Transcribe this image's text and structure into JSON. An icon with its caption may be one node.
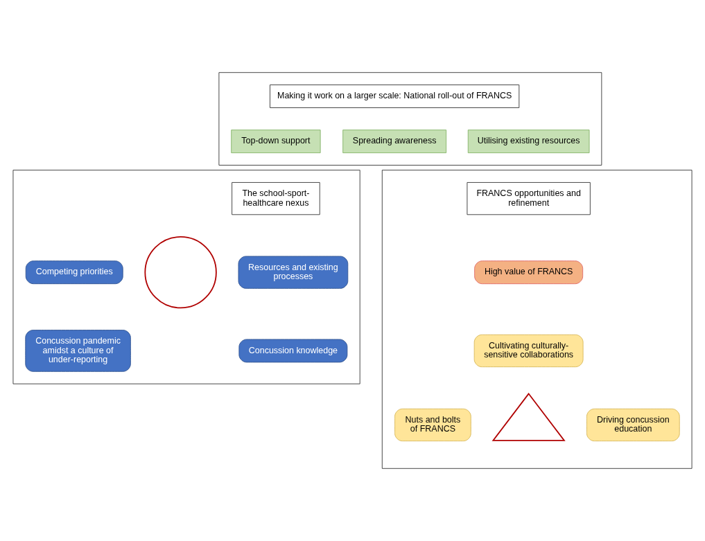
{
  "diagram": {
    "nodes": [
      {
        "text": [],
        "shape": "box"
      },
      {
        "text": [
          "Making it work on a larger scale: National roll-out of FRANCS"
        ],
        "in": 0
      },
      {
        "text": [
          "Top-down support"
        ],
        "in": 0
      },
      {
        "text": [
          "Spreading awareness"
        ],
        "in": 0
      },
      {
        "text": [
          "Utilising existing resources"
        ],
        "in": 0
      },
      {
        "text": [],
        "shape": "box"
      },
      {
        "text": [
          "The school-sport-healthcare nexus"
        ],
        "in": 5
      },
      {
        "text": [],
        "shape": "circle",
        "in": 5
      },
      {
        "text": [
          "Competing priorities"
        ],
        "in": 5
      },
      {
        "text": [
          "Resources and existing processes"
        ],
        "in": 5
      },
      {
        "text": [
          "Concussion pandemic amidst a culture of under-reporting"
        ],
        "in": 5
      },
      {
        "text": [
          "Concussion knowledge"
        ],
        "in": 5
      },
      {
        "text": [],
        "shape": "box"
      },
      {
        "text": [
          "FRANCS opportunities and refinement"
        ],
        "in": 12
      },
      {
        "text": [
          "High value of FRANCS"
        ],
        "in": 12
      },
      {
        "text": [],
        "shape": "triangle",
        "in": 12
      },
      {
        "text": [
          "Cultivating culturally-sensitive collaborations"
        ],
        "in": 12
      },
      {
        "text": [
          "Nuts and bolts of FRANCS"
        ],
        "in": 12
      },
      {
        "text": [
          "Driving concussion education"
        ],
        "in": 12
      }
    ],
    "edges": []
  }
}
